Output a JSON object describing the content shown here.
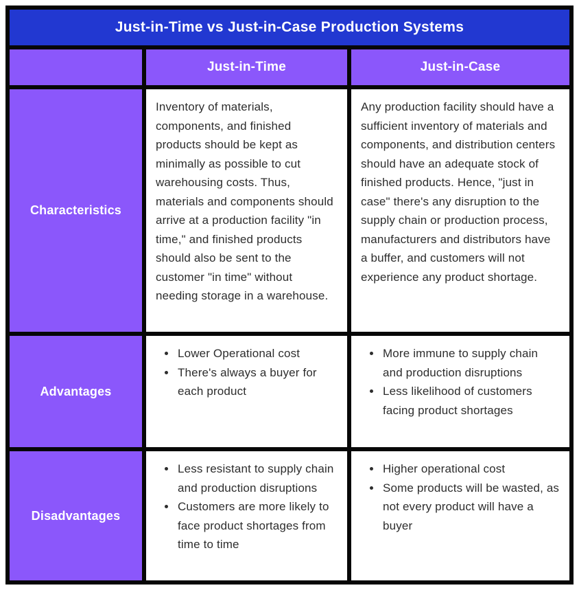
{
  "title": "Just-in-Time vs Just-in-Case Production Systems",
  "colors": {
    "title_bar_blue": "#2238D1",
    "accent_purple": "#8B57FB",
    "grid_border_black": "#070707",
    "body_text": "#2d2d2d",
    "header_text": "#ffffff"
  },
  "table": {
    "corner_label": "",
    "columns": [
      "Just-in-Time",
      "Just-in-Case"
    ],
    "rows": [
      {
        "label": "Characteristics",
        "jit": "Inventory of materials, components, and finished products should be kept as minimally as possible to cut warehousing costs. Thus, materials and components should arrive at a production facility \"in time,\" and finished products should also be sent to the customer \"in time\" without needing storage in a warehouse.",
        "jic": "Any production facility should have a sufficient inventory of materials and components, and distribution centers should have an adequate stock of finished products. Hence, \"just in case\" there's any disruption to the supply chain or production process, manufacturers and distributors have a buffer, and customers will not experience any product shortage."
      },
      {
        "label": "Advantages",
        "jit_bullets": [
          "Lower Operational cost",
          "There's always a buyer for each product"
        ],
        "jic_bullets": [
          "More immune to supply chain and production disruptions",
          "Less likelihood of customers facing product shortages"
        ]
      },
      {
        "label": "Disadvantages",
        "jit_bullets": [
          "Less resistant to supply chain and production disruptions",
          "Customers are more likely to face product shortages from time to time"
        ],
        "jic_bullets": [
          "Higher operational cost",
          "Some products will be wasted, as not every product will have a buyer"
        ]
      }
    ]
  }
}
